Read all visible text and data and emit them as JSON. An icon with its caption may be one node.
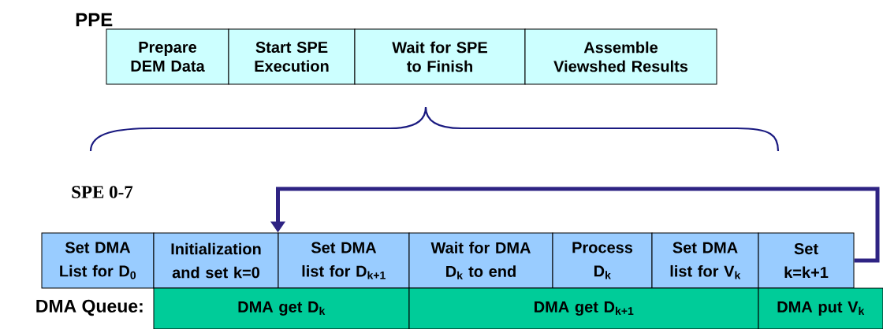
{
  "diagram": {
    "nodes": [
      {
        "text": [
          "Prepare DEM Data"
        ]
      },
      {
        "text": [
          "Start SPE Execution"
        ]
      },
      {
        "text": [
          "Wait for SPE to Finish"
        ]
      },
      {
        "text": [
          "Assemble Viewshed Results"
        ]
      },
      {
        "text": [
          "Set DMA List for D$_{0}$"
        ]
      },
      {
        "text": [
          "Initialization and set k=0"
        ]
      },
      {
        "text": [
          "Set  DMA list for D$_{k+1}$"
        ]
      },
      {
        "text": [
          "Wait for DMA D$_{k}$ to end"
        ]
      },
      {
        "text": [
          "Process D$_{k}$"
        ]
      },
      {
        "text": [
          "Set  DMA list for V$_{k}$"
        ]
      },
      {
        "text": [
          "Set k=k+1"
        ]
      },
      {
        "text": [
          "DMA get D$_{k}$"
        ]
      },
      {
        "text": [
          "DMA get D$_{k+1}$"
        ]
      },
      {
        "text": [
          "DMA  put V$_{k}$"
        ]
      }
    ],
    "edges": [
      {
        "from": 10,
        "to": 6,
        "arrow": "to",
        "color": "#2e2383"
      }
    ],
    "labels": [
      "PPE",
      "SPE 0-7",
      "DMA Queue:"
    ]
  }
}
